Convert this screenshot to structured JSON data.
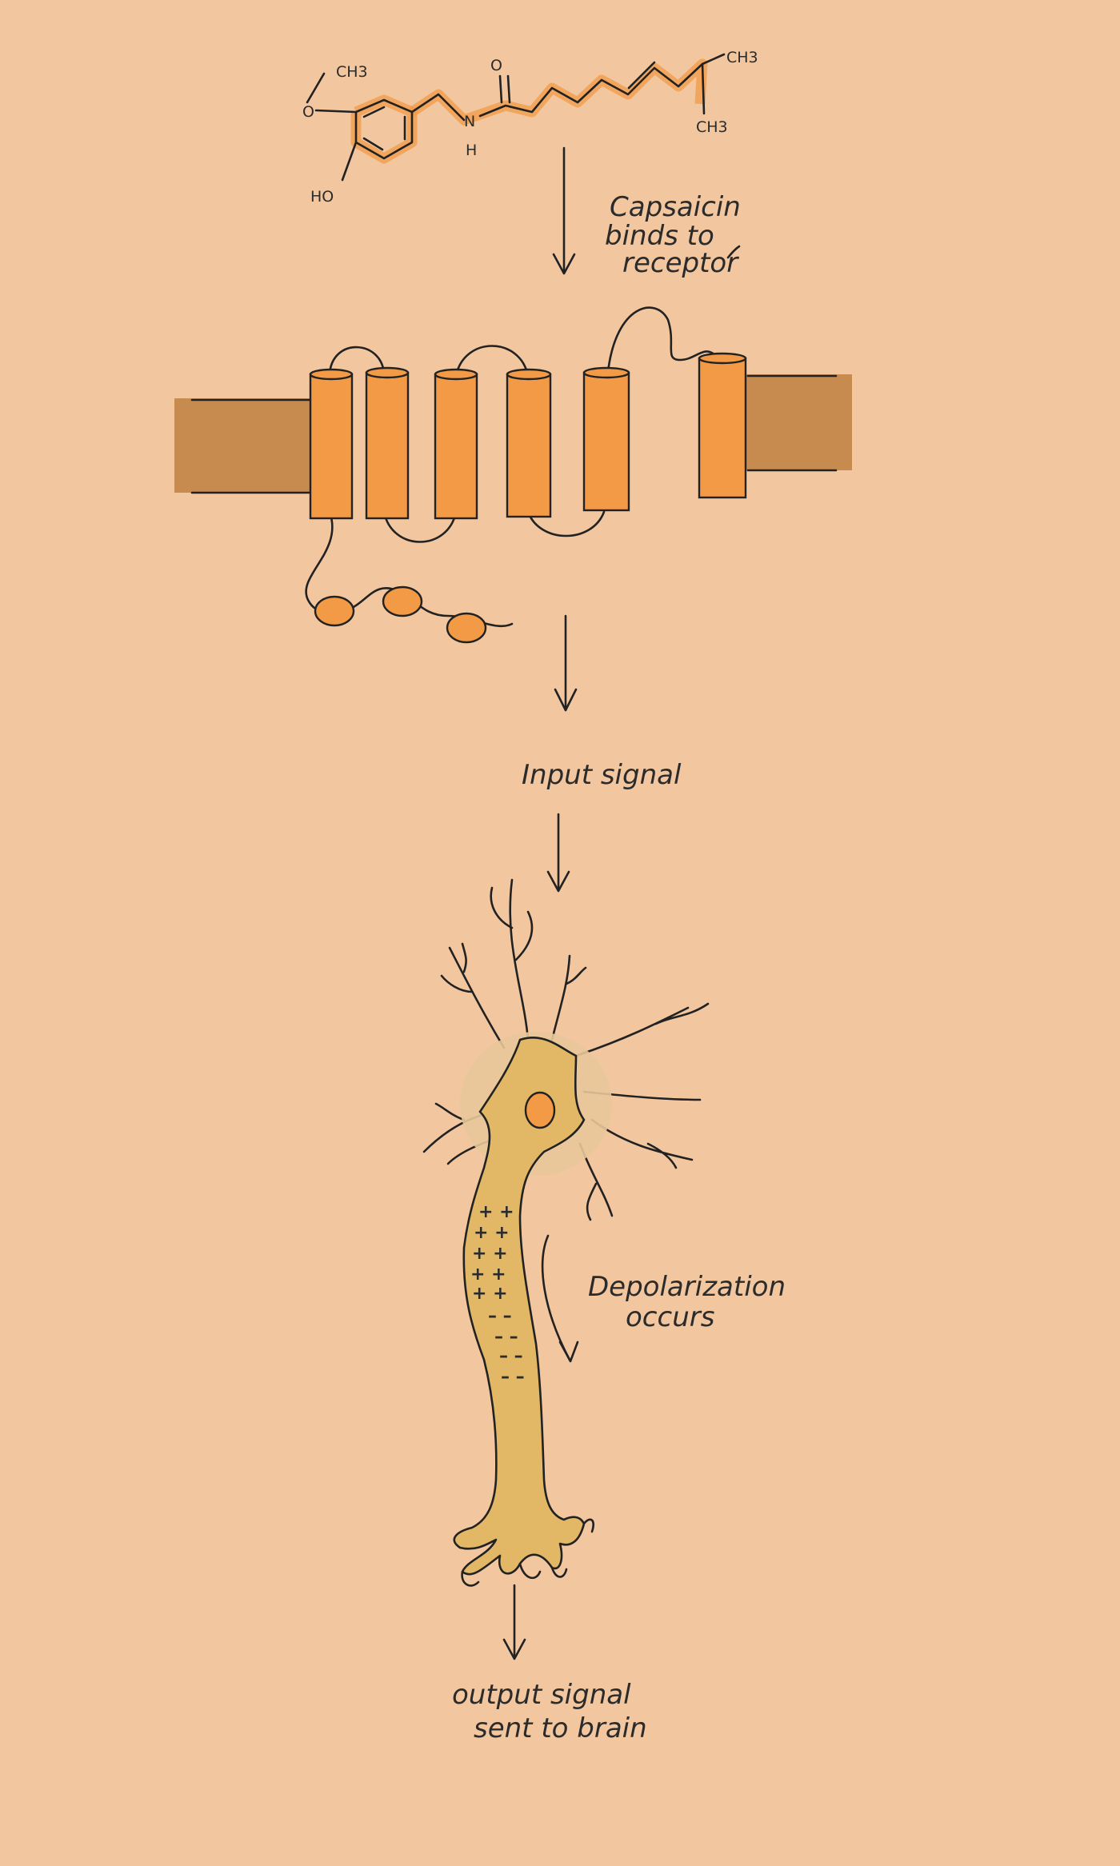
{
  "colors": {
    "background": "#f2c7a0",
    "receptor": "#f29a45",
    "membrane": "#c78b4f",
    "neuron": "#e2b866",
    "soma_glow": "#e8c79a",
    "ink": "#222222"
  },
  "molecule": {
    "ch3_methoxy": "CH3",
    "o": "O",
    "ho": "HO",
    "n": "N",
    "h": "H",
    "carbonyl_o": "O",
    "ch3_top": "CH3",
    "ch3_bottom": "CH3"
  },
  "labels": {
    "step1": [
      "Capsaicin",
      "binds to",
      "receptor"
    ],
    "step2": "Input signal",
    "step3": [
      "Depolarization",
      "occurs"
    ],
    "step4": [
      "output signal",
      "sent to brain"
    ]
  },
  "charges": {
    "plus": [
      "+ +",
      "+ +",
      "+ +",
      "+ +",
      "+ +"
    ],
    "minus": [
      "– –",
      "– –",
      "– –",
      "– –"
    ]
  }
}
